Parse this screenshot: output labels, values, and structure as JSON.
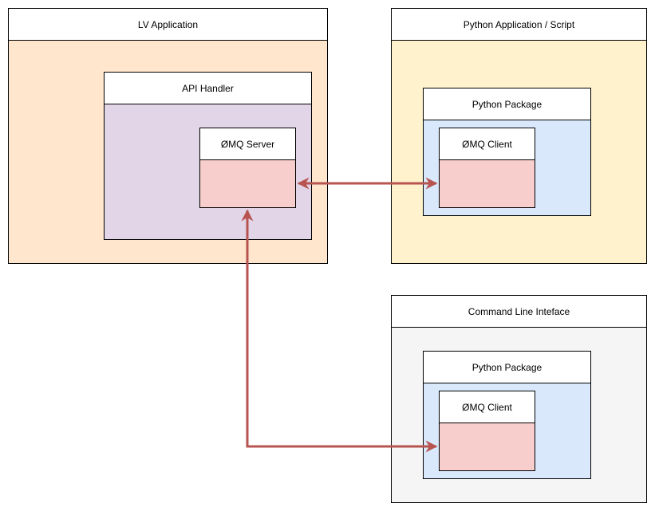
{
  "lv_application": {
    "title": "LV Application",
    "api_handler": {
      "title": "API Handler",
      "server": {
        "title": "ØMQ Server"
      }
    }
  },
  "python_application": {
    "title": "Python Application / Script",
    "package": {
      "title": "Python Package",
      "client": {
        "title": "ØMQ Client"
      }
    }
  },
  "cli": {
    "title": "Command Line Inteface",
    "package": {
      "title": "Python Package",
      "client": {
        "title": "ØMQ Client"
      }
    }
  },
  "colors": {
    "lv_fill": "#ffe6cc",
    "api_fill": "#e1d5e7",
    "zmq_fill": "#f8cecc",
    "py_app_fill": "#fff2cc",
    "package_fill": "#dae8fc",
    "cli_fill": "#f5f5f5",
    "arrow": "#b85450"
  }
}
